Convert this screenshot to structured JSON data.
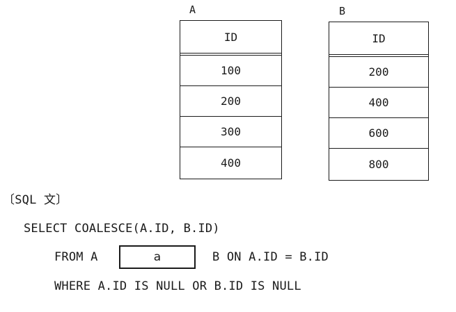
{
  "tables": [
    {
      "name": "A",
      "header": "ID",
      "rows": [
        "100",
        "200",
        "300",
        "400"
      ]
    },
    {
      "name": "B",
      "header": "ID",
      "rows": [
        "200",
        "400",
        "600",
        "800"
      ]
    }
  ],
  "sql_heading": "〔SQL 文〕",
  "sql": {
    "line1": "SELECT COALESCE(A.ID, B.ID)",
    "line2_prefix": "FROM A",
    "blank_label": "a",
    "line2_suffix": "B ON A.ID = B.ID",
    "line3": "WHERE A.ID IS NULL OR B.ID IS NULL"
  }
}
